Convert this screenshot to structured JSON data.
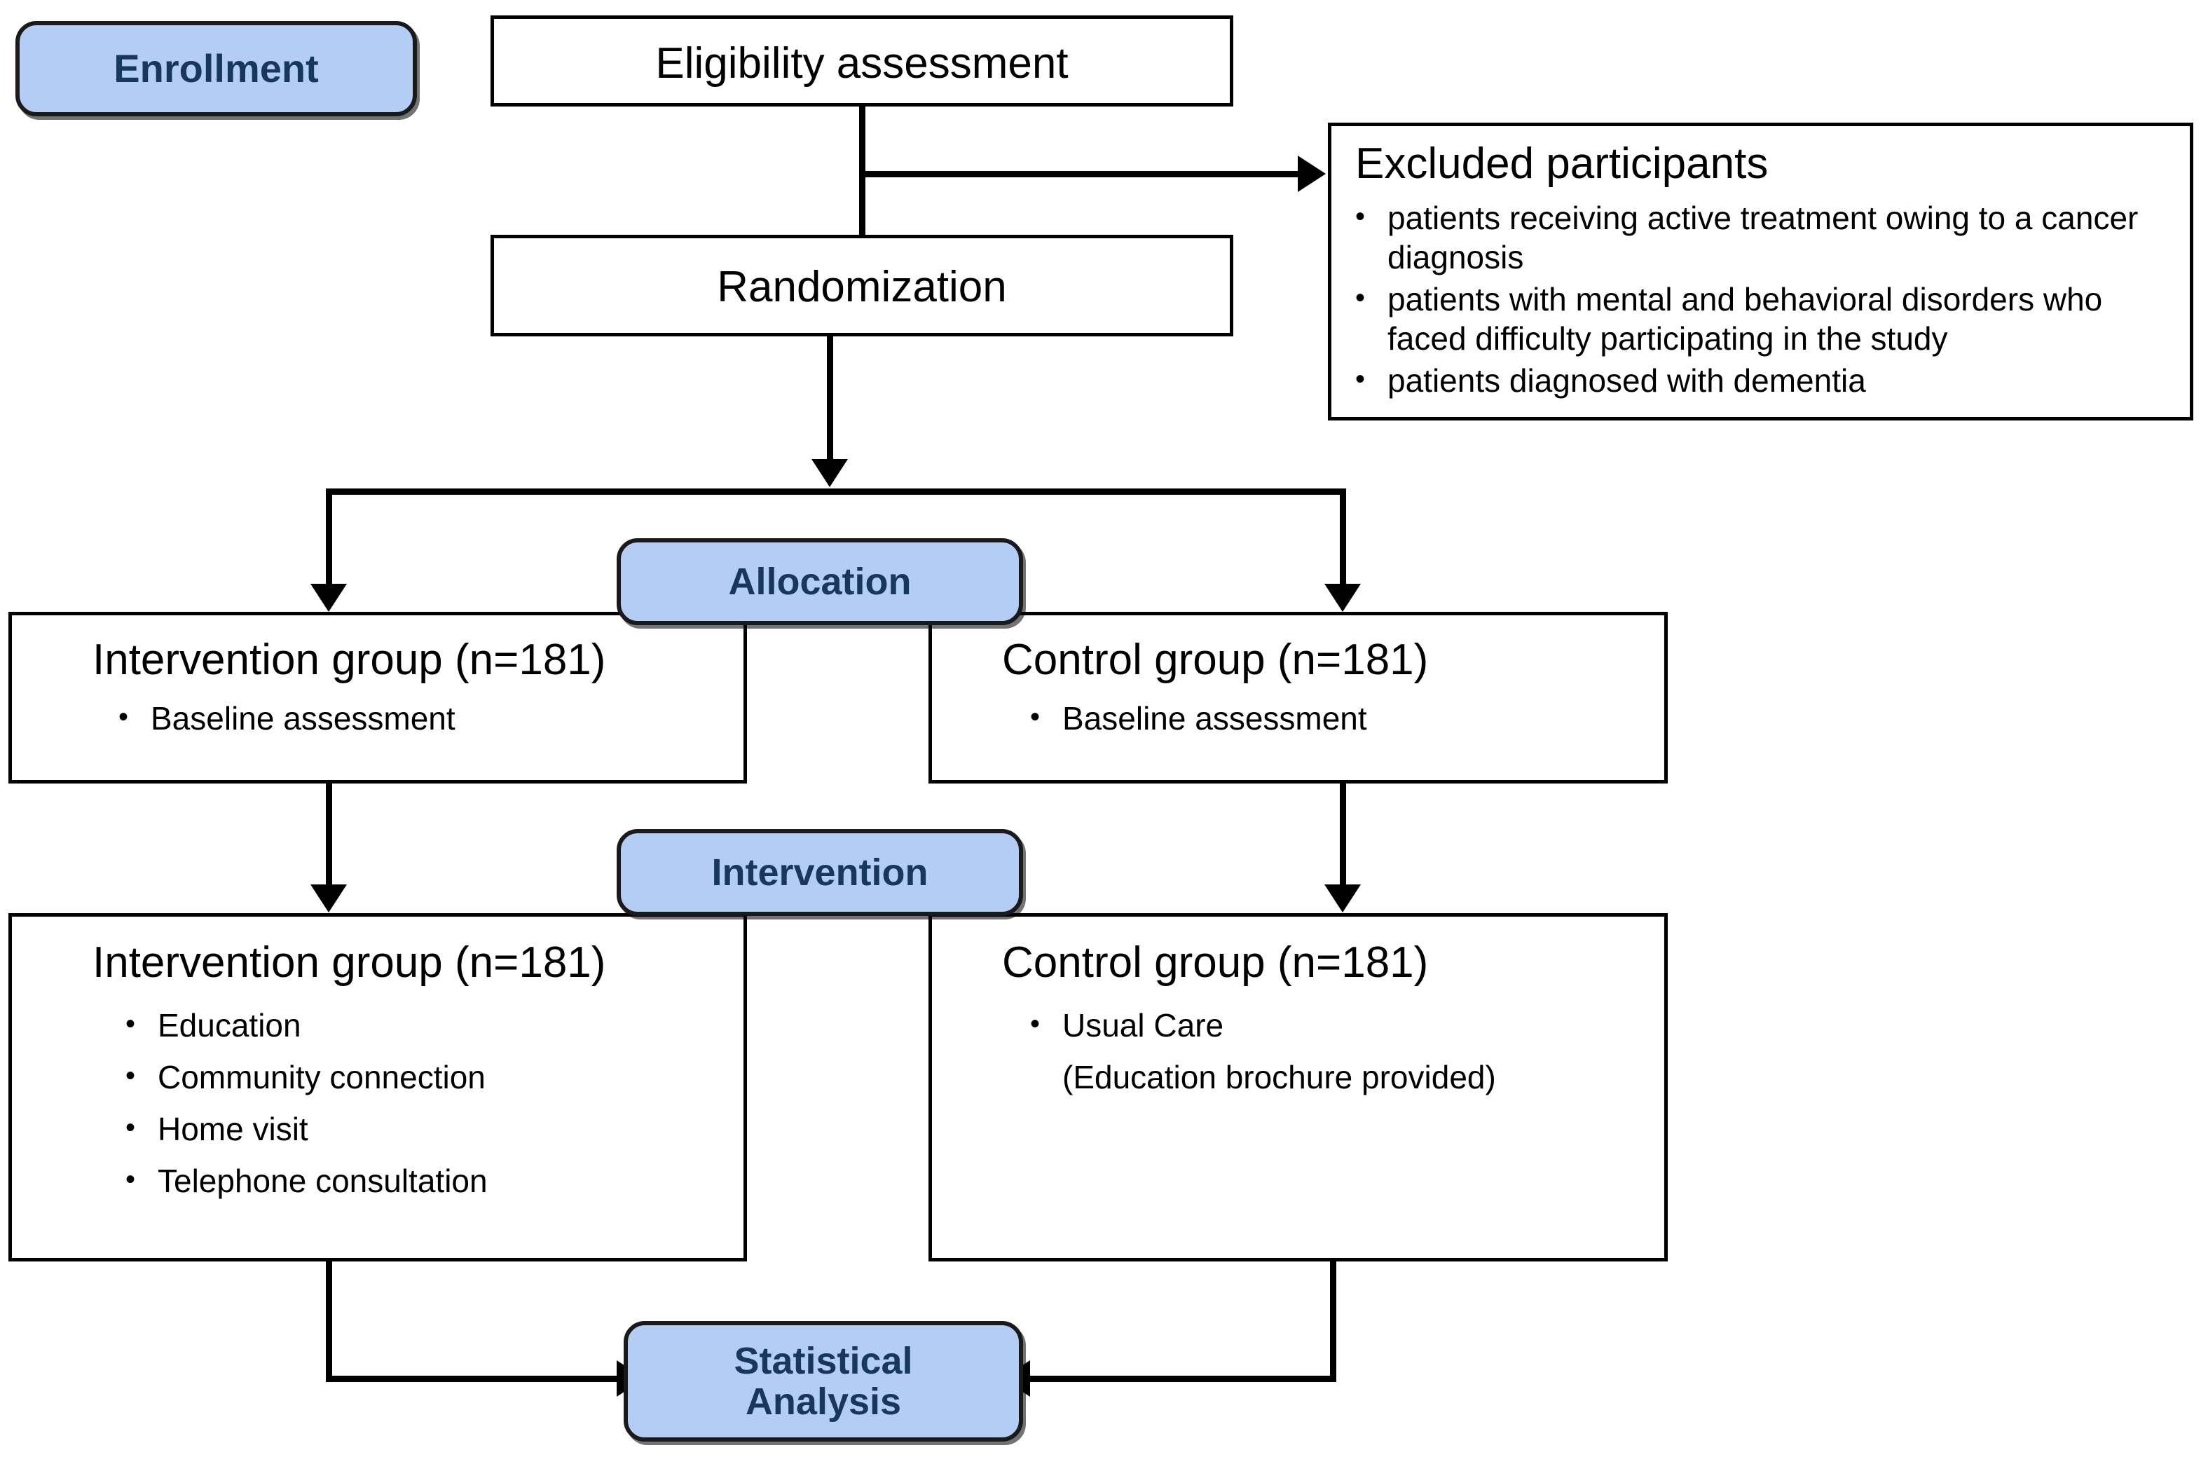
{
  "diagram": {
    "type": "consort-flow-diagram",
    "stage_labels": {
      "enrollment": "Enrollment",
      "allocation": "Allocation",
      "intervention": "Intervention",
      "statistical_analysis_line1": "Statistical",
      "statistical_analysis_line2": "Analysis"
    },
    "nodes": {
      "eligibility": {
        "title": "Eligibility assessment"
      },
      "randomization": {
        "title": "Randomization"
      },
      "excluded": {
        "title": "Excluded participants",
        "items": [
          "patients receiving active treatment owing to a cancer diagnosis",
          "patients with mental and behavioral disorders who faced difficulty participating  in the study",
          "patients diagnosed with dementia"
        ]
      },
      "alloc_intervention": {
        "title": "Intervention group (n=181)",
        "items": [
          "Baseline assessment"
        ]
      },
      "alloc_control": {
        "title": "Control group (n=181)",
        "items": [
          "Baseline assessment"
        ]
      },
      "interv_intervention": {
        "title": "Intervention group (n=181)",
        "items": [
          "Education",
          "Community connection",
          "Home visit",
          "Telephone consultation"
        ]
      },
      "interv_control": {
        "title": "Control group (n=181)",
        "items": [
          "Usual Care"
        ],
        "note": "(Education brochure provided)"
      }
    },
    "counts": {
      "intervention_n": "181",
      "control_n": "181"
    },
    "colors": {
      "pill_fill": "#b4cdf5",
      "pill_text": "#17375e",
      "pill_border": "#1a1a1a",
      "box_border": "#000000",
      "background": "#ffffff"
    },
    "bullet_glyph": "•"
  }
}
